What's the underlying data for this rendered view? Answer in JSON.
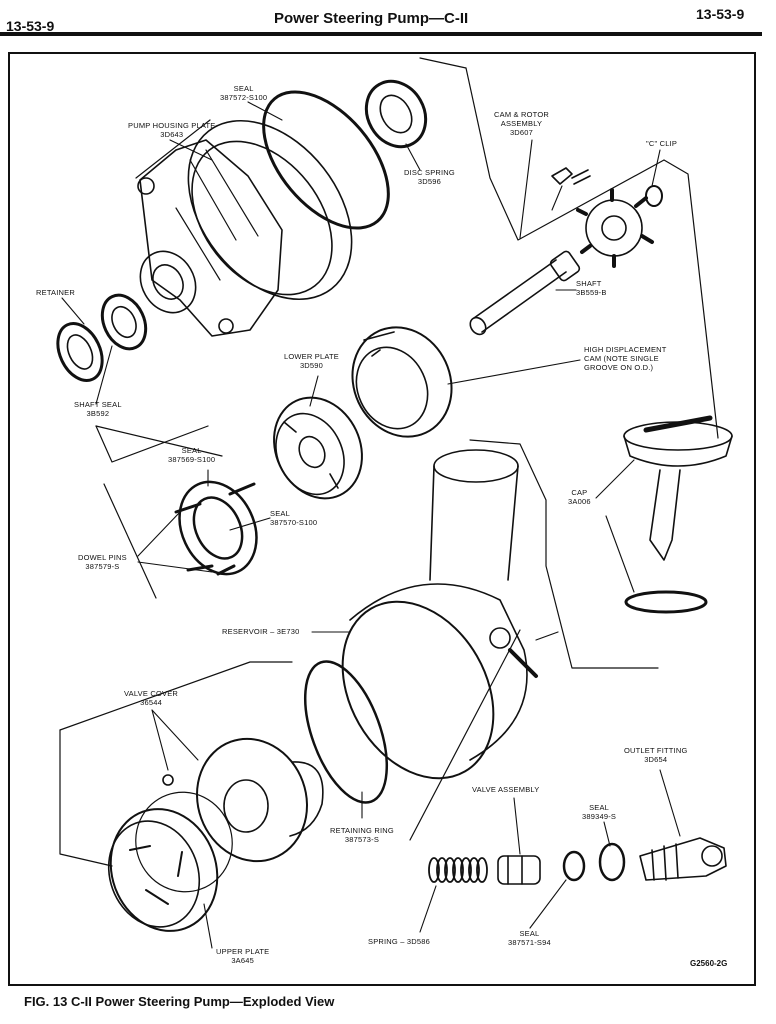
{
  "header": {
    "page_left": "13-53-9",
    "title": "Power Steering Pump—C-II",
    "page_right": "13-53-9"
  },
  "labels": {
    "seal_top": [
      "SEAL",
      "387572-S100"
    ],
    "pump_housing_plate": [
      "PUMP HOUSING PLATE",
      "3D643"
    ],
    "disc_spring": [
      "DISC SPRING",
      "3D596"
    ],
    "cam_rotor": [
      "CAM & ROTOR",
      "ASSEMBLY",
      "3D607"
    ],
    "c_clip": [
      "\"C\" CLIP"
    ],
    "retainer": [
      "RETAINER"
    ],
    "shaft": [
      "SHAFT",
      "3B559-B"
    ],
    "shaft_seal": [
      "SHAFT SEAL",
      "3B592"
    ],
    "lower_plate": [
      "LOWER PLATE",
      "3D590"
    ],
    "high_cam": [
      "HIGH DISPLACEMENT",
      "CAM (NOTE SINGLE",
      "GROOVE ON O.D.)"
    ],
    "seal_mid": [
      "SEAL",
      "387569-S100"
    ],
    "seal_mid2": [
      "SEAL",
      "387570-S100"
    ],
    "cap": [
      "CAP",
      "3A006"
    ],
    "dowel_pins": [
      "DOWEL PINS",
      "387579-S"
    ],
    "reservoir": [
      "RESERVOIR – 3E730"
    ],
    "valve_cover": [
      "VALVE COVER",
      "36544"
    ],
    "outlet_fitting": [
      "OUTLET FITTING",
      "3D654"
    ],
    "valve_assembly": [
      "VALVE ASSEMBLY"
    ],
    "seal_389349": [
      "SEAL",
      "389349-S"
    ],
    "retaining_ring": [
      "RETAINING RING",
      "387573-S"
    ],
    "upper_plate": [
      "UPPER PLATE",
      "3A645"
    ],
    "spring": [
      "SPRING – 3D586"
    ],
    "seal_387571": [
      "SEAL",
      "387571-S94"
    ]
  },
  "figure_code": "G2560-2G",
  "caption": "FIG. 13 C-II Power Steering Pump—Exploded View"
}
